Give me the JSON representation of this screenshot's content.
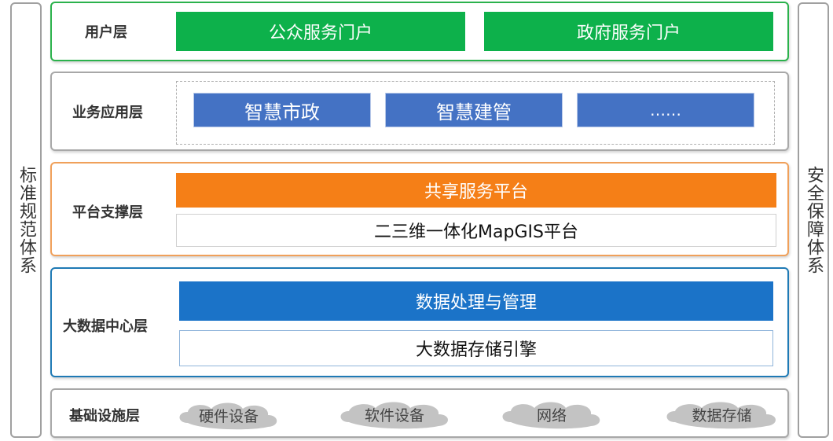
{
  "left_side": "标准规范体系",
  "right_side": "安全保障体系",
  "layers": {
    "user": {
      "label": "用户层",
      "items": [
        "公众服务门户",
        "政府服务门户"
      ],
      "color": "#0db14b"
    },
    "business": {
      "label": "业务应用层",
      "items": [
        "智慧市政",
        "智慧建管",
        "……"
      ],
      "color": "#4472c4"
    },
    "platform": {
      "label": "平台支撑层",
      "shared": "共享服务平台",
      "gis": "二三维一体化MapGIS平台",
      "color": "#f57f17"
    },
    "bigdata": {
      "label": "大数据中心层",
      "processing": "数据处理与管理",
      "storage_engine": "大数据存储引擎",
      "color": "#1b73c8"
    },
    "infra": {
      "label": "基础设施层",
      "items": [
        "硬件设备",
        "软件设备",
        "网络",
        "数据存储"
      ]
    }
  }
}
